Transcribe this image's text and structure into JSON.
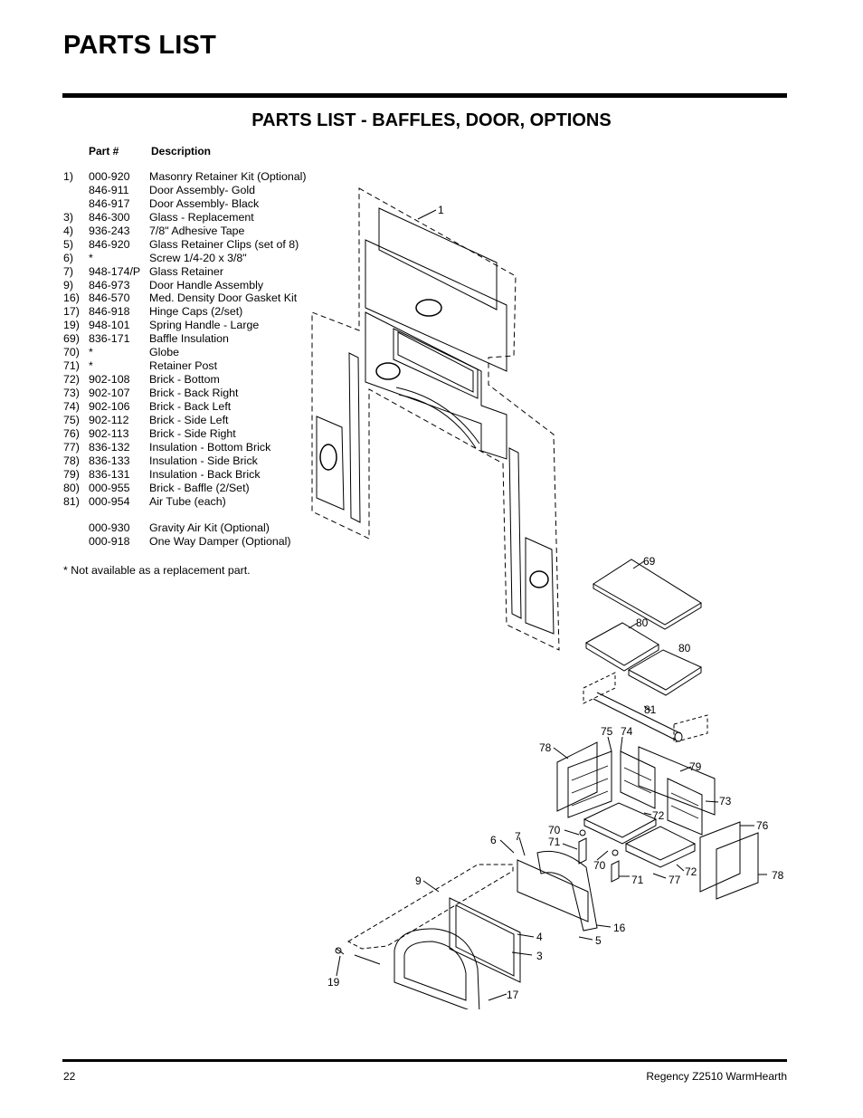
{
  "page": {
    "title": "PARTS LIST",
    "section_title": "PARTS LIST - BAFFLES, DOOR, OPTIONS"
  },
  "columns": {
    "part": "Part #",
    "description": "Description"
  },
  "parts": [
    {
      "num": "1)",
      "part": "000-920",
      "desc": "Masonry Retainer Kit (Optional)"
    },
    {
      "num": "",
      "part": "846-911",
      "desc": "Door Assembly- Gold"
    },
    {
      "num": "",
      "part": "846-917",
      "desc": "Door Assembly- Black"
    },
    {
      "num": "3)",
      "part": "846-300",
      "desc": "Glass - Replacement"
    },
    {
      "num": "4)",
      "part": "936-243",
      "desc": "7/8\" Adhesive Tape"
    },
    {
      "num": "5)",
      "part": "846-920",
      "desc": "Glass Retainer Clips (set of 8)"
    },
    {
      "num": "6)",
      "part": "*",
      "desc": "Screw 1/4-20 x 3/8\""
    },
    {
      "num": "7)",
      "part": "948-174/P",
      "desc": "Glass Retainer"
    },
    {
      "num": "9)",
      "part": "846-973",
      "desc": "Door Handle Assembly"
    },
    {
      "num": "16)",
      "part": "846-570",
      "desc": "Med. Density Door Gasket Kit"
    },
    {
      "num": "17)",
      "part": "846-918",
      "desc": "Hinge Caps (2/set)"
    },
    {
      "num": "19)",
      "part": "948-101",
      "desc": "Spring Handle - Large"
    },
    {
      "num": "69)",
      "part": "836-171",
      "desc": "Baffle Insulation"
    },
    {
      "num": "70)",
      "part": "*",
      "desc": "Globe"
    },
    {
      "num": "71)",
      "part": "*",
      "desc": "Retainer Post"
    },
    {
      "num": "72)",
      "part": "902-108",
      "desc": "Brick - Bottom"
    },
    {
      "num": "73)",
      "part": "902-107",
      "desc": "Brick - Back Right"
    },
    {
      "num": "74)",
      "part": "902-106",
      "desc": "Brick - Back Left"
    },
    {
      "num": "75)",
      "part": "902-112",
      "desc": "Brick - Side Left"
    },
    {
      "num": "76)",
      "part": "902-113",
      "desc": "Brick - Side Right"
    },
    {
      "num": "77)",
      "part": "836-132",
      "desc": "Insulation - Bottom Brick"
    },
    {
      "num": "78)",
      "part": "836-133",
      "desc": "Insulation - Side Brick"
    },
    {
      "num": "79)",
      "part": "836-131",
      "desc": "Insulation - Back Brick"
    },
    {
      "num": "80)",
      "part": "000-955",
      "desc": "Brick - Baffle (2/Set)"
    },
    {
      "num": "81)",
      "part": "000-954",
      "desc": "Air Tube (each)"
    },
    {
      "num": "",
      "part": "",
      "desc": ""
    },
    {
      "num": "",
      "part": "000-930",
      "desc": "Gravity Air Kit (Optional)"
    },
    {
      "num": "",
      "part": "000-918",
      "desc": "One Way Damper (Optional)"
    }
  ],
  "footnote": "* Not available as a replacement part.",
  "diagram_callouts": {
    "c1": "1",
    "c69": "69",
    "c80a": "80",
    "c80b": "80",
    "c81": "81",
    "c75": "75",
    "c74": "74",
    "c78a": "78",
    "c79": "79",
    "c73": "73",
    "c72a": "72",
    "c70a": "70",
    "c71a": "71",
    "c6": "6",
    "c7": "7",
    "c76": "76",
    "c70b": "70",
    "c71b": "71",
    "c77": "77",
    "c72b": "72",
    "c78b": "78",
    "c9": "9",
    "c16": "16",
    "c4": "4",
    "c5": "5",
    "c3": "3",
    "c19": "19",
    "c17": "17"
  },
  "footer": {
    "page_number": "22",
    "product": "Regency  Z2510  WarmHearth"
  }
}
